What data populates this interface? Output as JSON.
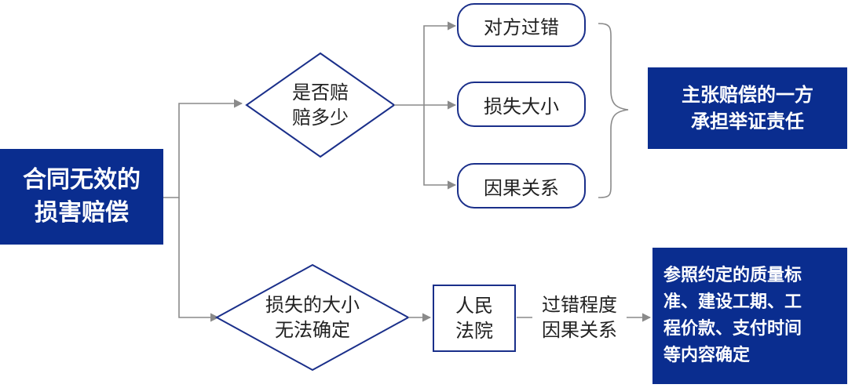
{
  "root": {
    "label": "合同无效的\n损害赔偿"
  },
  "branch_top": {
    "decision": "是否赔\n赔多少",
    "factors": [
      "对方过错",
      "损失大小",
      "因果关系"
    ],
    "result": "主张赔偿的一方\n承担举证责任"
  },
  "branch_bottom": {
    "decision": "损失的大小\n无法确定",
    "court": "人民\n法院",
    "edge_label": "过错程度\n因果关系",
    "result": "参照约定的质量标\n准、建设工期、工\n程价款、支付时间\n等内容确定"
  },
  "colors": {
    "accent": "#0a2d8f",
    "stroke": "#1a2f8a",
    "connector": "#8a8a8a"
  }
}
